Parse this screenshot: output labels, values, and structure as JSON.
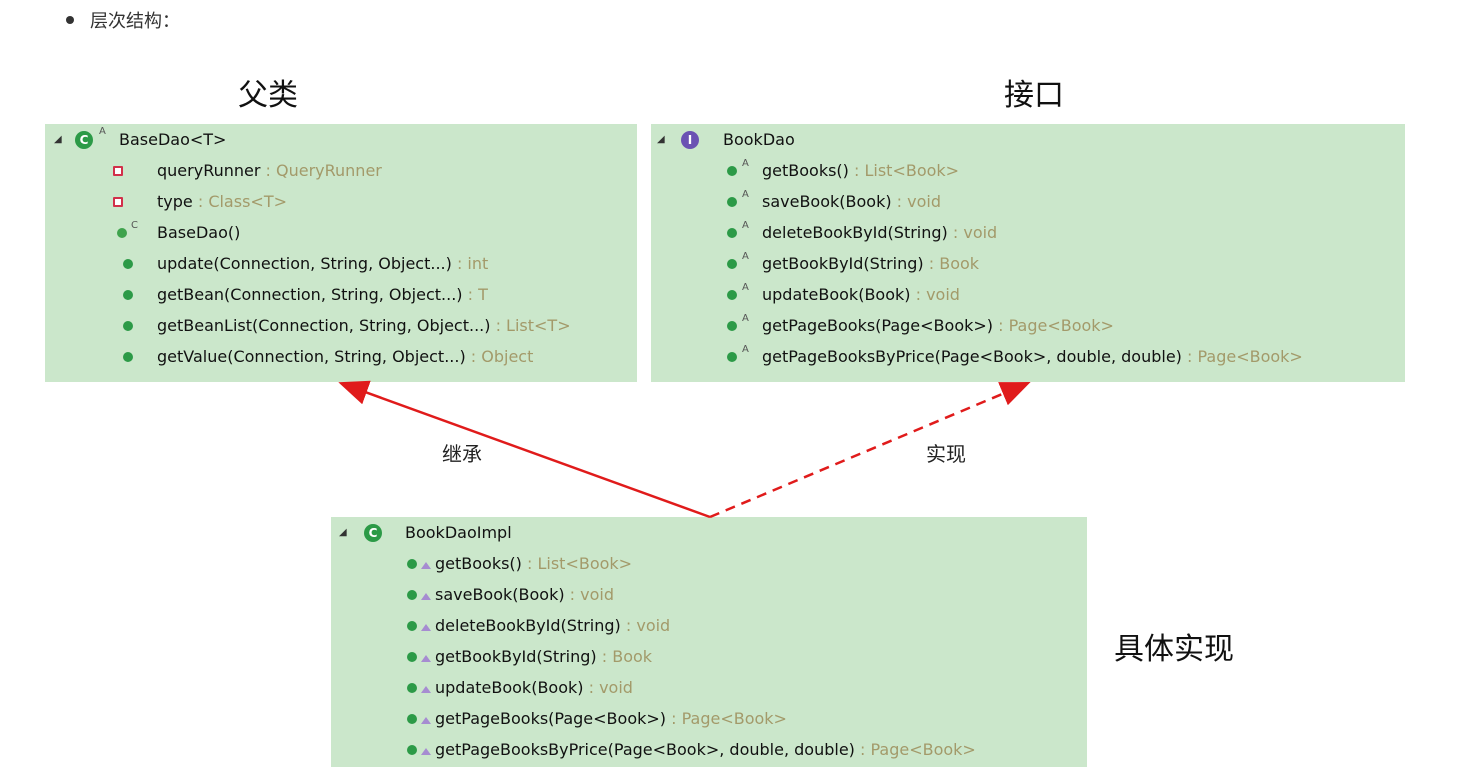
{
  "section": {
    "bullet_text": "层次结构："
  },
  "headings": {
    "parent": "父类",
    "interface": "接口",
    "impl": "具体实现"
  },
  "relations": {
    "inherit": "继承",
    "realize": "实现"
  },
  "colors": {
    "panel_bg": "#cbe7cb",
    "inherit_arrow": "#e01b1b",
    "realize_arrow": "#e01b1b",
    "return_type": "#a39a6a"
  },
  "base_dao": {
    "title": "BaseDao<T>",
    "fields": [
      {
        "name": "queryRunner",
        "type": " : QueryRunner"
      },
      {
        "name": "type",
        "type": " : Class<T>"
      }
    ],
    "constructor": "BaseDao()",
    "methods": [
      {
        "sig": "update(Connection, String, Object...)",
        "ret": " : int"
      },
      {
        "sig": "getBean(Connection, String, Object...)",
        "ret": " : T"
      },
      {
        "sig": "getBeanList(Connection, String, Object...)",
        "ret": " : List<T>"
      },
      {
        "sig": "getValue(Connection, String, Object...)",
        "ret": " : Object"
      }
    ]
  },
  "book_dao": {
    "title": "BookDao",
    "methods": [
      {
        "sig": "getBooks()",
        "ret": " : List<Book>"
      },
      {
        "sig": "saveBook(Book)",
        "ret": " : void"
      },
      {
        "sig": "deleteBookById(String)",
        "ret": " : void"
      },
      {
        "sig": "getBookById(String)",
        "ret": " : Book"
      },
      {
        "sig": "updateBook(Book)",
        "ret": " : void"
      },
      {
        "sig": "getPageBooks(Page<Book>)",
        "ret": " : Page<Book>"
      },
      {
        "sig": "getPageBooksByPrice(Page<Book>, double, double)",
        "ret": " : Page<Book>"
      }
    ]
  },
  "book_dao_impl": {
    "title": "BookDaoImpl",
    "methods": [
      {
        "sig": "getBooks()",
        "ret": " : List<Book>"
      },
      {
        "sig": "saveBook(Book)",
        "ret": " : void"
      },
      {
        "sig": "deleteBookById(String)",
        "ret": " : void"
      },
      {
        "sig": "getBookById(String)",
        "ret": " : Book"
      },
      {
        "sig": "updateBook(Book)",
        "ret": " : void"
      },
      {
        "sig": "getPageBooks(Page<Book>)",
        "ret": " : Page<Book>"
      },
      {
        "sig": "getPageBooksByPrice(Page<Book>, double, double)",
        "ret": " : Page<Book>"
      }
    ]
  }
}
